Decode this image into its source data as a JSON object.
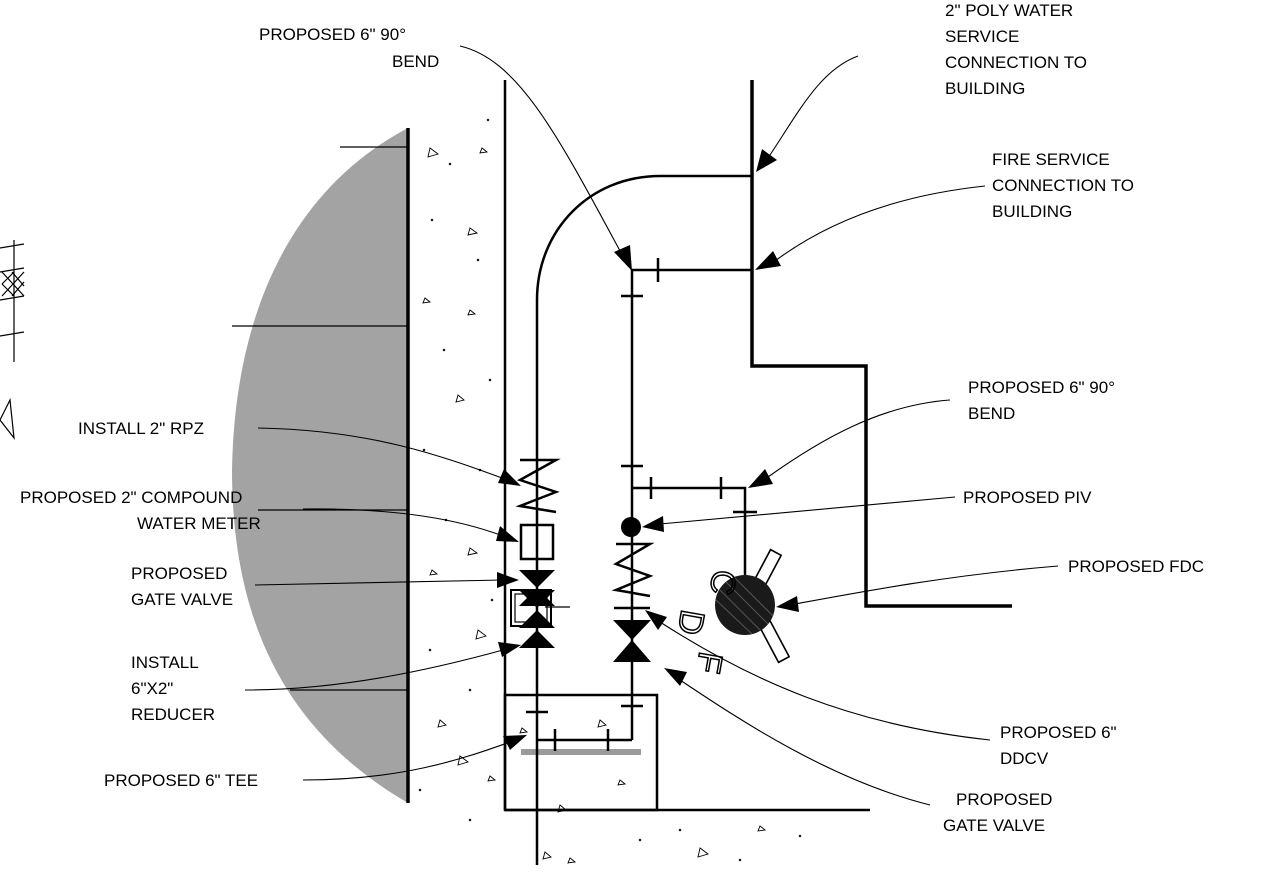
{
  "labels": {
    "bend_top_1": "PROPOSED  6\" 90°",
    "bend_top_2": "BEND",
    "poly_1": "2\" POLY WATER",
    "poly_2": "SERVICE",
    "poly_3": "CONNECTION TO",
    "poly_4": "BUILDING",
    "fire_1": "FIRE SERVICE",
    "fire_2": "CONNECTION TO",
    "fire_3": "BUILDING",
    "bend_mid_1": "PROPOSED  6\" 90°",
    "bend_mid_2": "BEND",
    "rpz": "INSTALL 2\" RPZ",
    "meter_1": "PROPOSED 2\" COMPOUND",
    "meter_2": "WATER METER",
    "piv": "PROPOSED PIV",
    "gate_left_1": "PROPOSED",
    "gate_left_2": "GATE VALVE",
    "fdc": "PROPOSED FDC",
    "reducer_1": "INSTALL",
    "reducer_2": "6\"X2\"",
    "reducer_3": "REDUCER",
    "ddcv_1": "PROPOSED  6\"",
    "ddcv_2": "DDCV",
    "tee": "PROPOSED 6\" TEE",
    "gate_right_1": "PROPOSED",
    "gate_right_2": "GATE VALVE",
    "fdc_letters": [
      "C",
      "D",
      "F"
    ]
  },
  "colors": {
    "line": "#000000",
    "shade": "#a3a3a3",
    "grey_bar": "#9a9a9a"
  }
}
